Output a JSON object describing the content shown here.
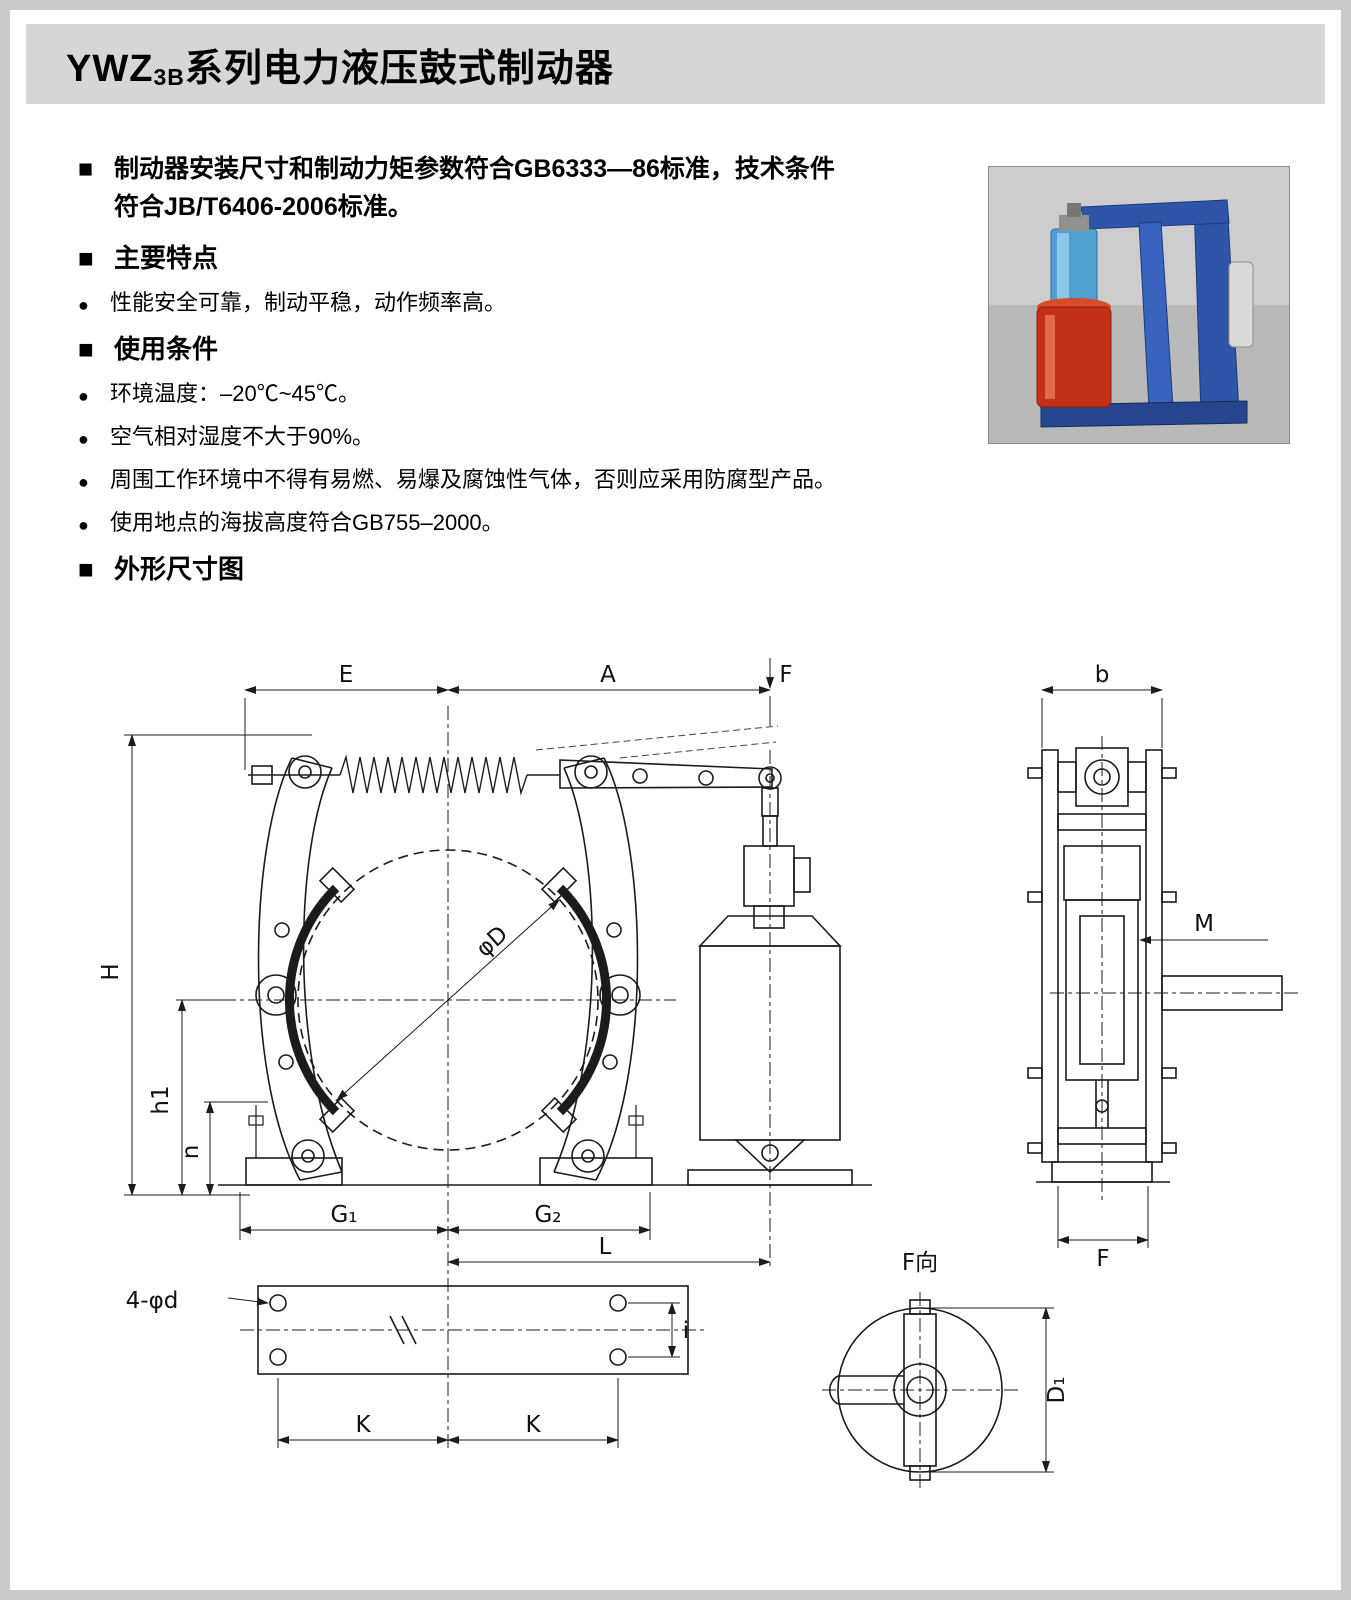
{
  "header": {
    "title_prefix": "YWZ",
    "title_sub": "3B",
    "title_suffix": "系列电力液压鼓式制动器"
  },
  "markers": {
    "square": "■",
    "circle": "●"
  },
  "intro": {
    "line1": "制动器安装尺寸和制动力矩参数符合GB6333—86标准，技术条件",
    "line2": "符合JB/T6406-2006标准。"
  },
  "sections": {
    "features": {
      "heading": "主要特点",
      "items": [
        "性能安全可靠，制动平稳，动作频率高。"
      ]
    },
    "conditions": {
      "heading": "使用条件",
      "items": [
        "环境温度：–20℃~45℃。",
        "空气相对湿度不大于90%。",
        "周围工作环境中不得有易燃、易爆及腐蚀性气体，否则应采用防腐型产品。",
        "使用地点的海拔高度符合GB755–2000。"
      ]
    },
    "dimensions": {
      "heading": "外形尺寸图"
    }
  },
  "drawing": {
    "labels": {
      "E": "E",
      "A": "A",
      "F_top": "F",
      "b": "b",
      "H": "H",
      "h1": "h1",
      "n": "n",
      "G1": "G₁",
      "G2": "G₂",
      "L": "L",
      "K_left": "K",
      "K_right": "K",
      "i": "i",
      "holes": "4-φd",
      "phiD": "φD",
      "M": "M",
      "F_side": "F",
      "F_view": "F向",
      "D1": "D₁"
    }
  }
}
